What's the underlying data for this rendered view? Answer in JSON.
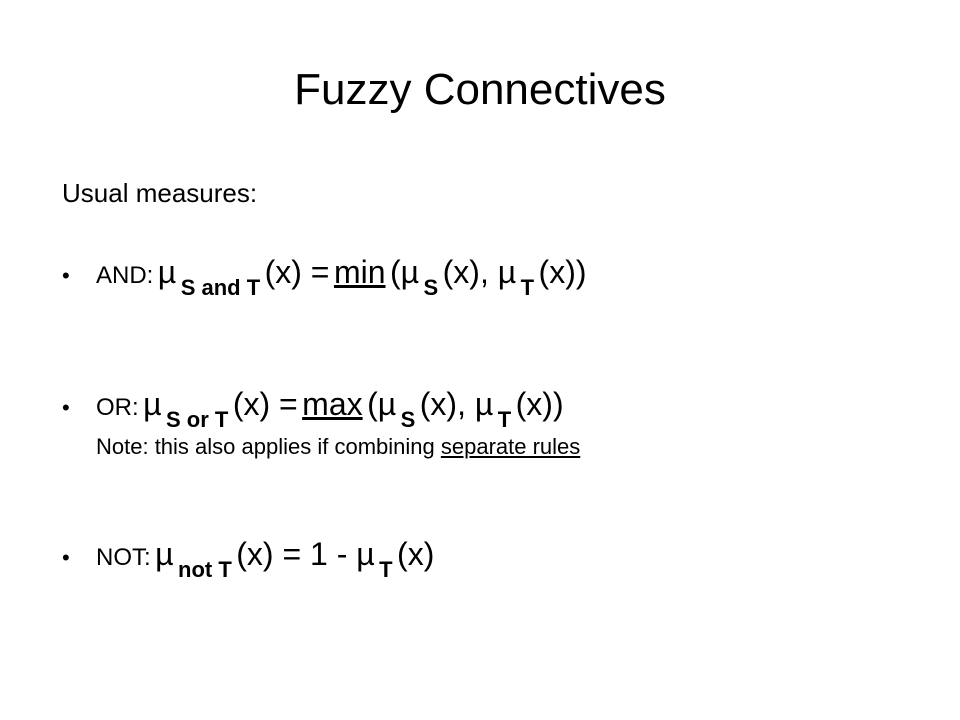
{
  "title": "Fuzzy Connectives",
  "subheading": "Usual measures:",
  "bullets": {
    "and": {
      "label": "AND:",
      "mu1": "µ",
      "sub1": "S and T",
      "part1": "(x) =",
      "op": "min",
      "part2": "(µ",
      "sub2": "S",
      "part3": "(x), µ",
      "sub3": "T",
      "part4": "(x))"
    },
    "or": {
      "label": "OR:",
      "mu1": "µ",
      "sub1": "S or T",
      "part1": "(x) =",
      "op": "max",
      "part2": "(µ",
      "sub2": "S",
      "part3": "(x), µ",
      "sub3": "T",
      "part4": "(x))",
      "note_prefix": "Note: this also applies if combining",
      "note_link": "separate rules"
    },
    "not": {
      "label": "NOT:",
      "mu1": "µ",
      "sub1": "not T",
      "part1": "(x) = 1 - µ",
      "sub2": "T",
      "part2": "(x)"
    }
  },
  "bullet_glyph": "•"
}
